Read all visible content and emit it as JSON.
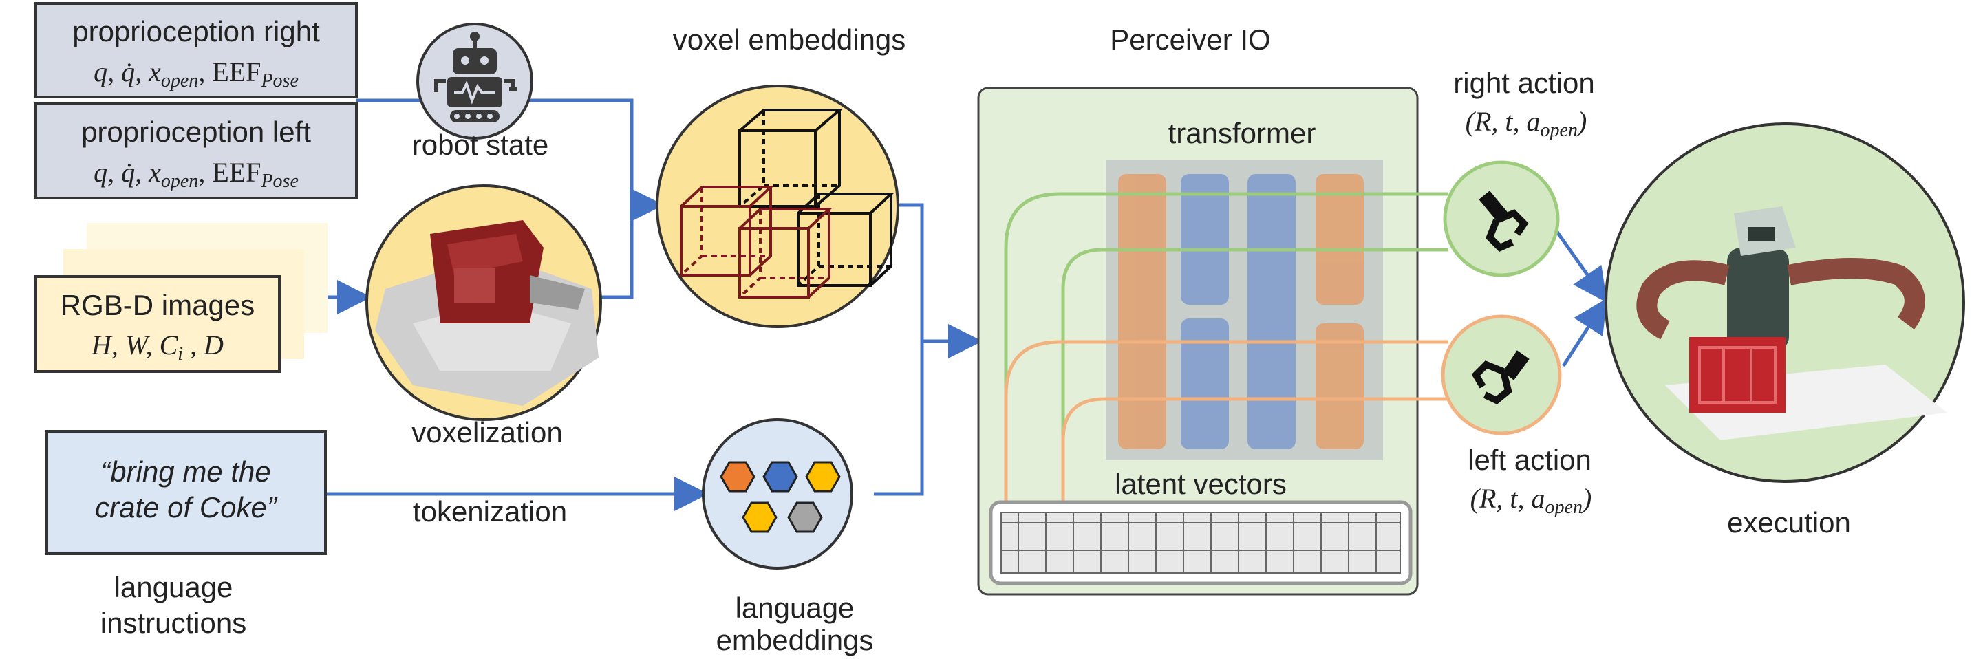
{
  "proprio_right": {
    "title": "proprioception right",
    "formula": "q, q̇, x",
    "sub_open": "open",
    "eef": ", EEF",
    "sub_pose": "Pose"
  },
  "proprio_left": {
    "title": "proprioception left",
    "formula": "q, q̇, x",
    "sub_open": "open",
    "eef": ", EEF",
    "sub_pose": "Pose"
  },
  "robot_state": {
    "label": "robot state"
  },
  "voxel_embeddings": {
    "label": "voxel embeddings"
  },
  "perceiver": {
    "title": "Perceiver IO",
    "transformer": "transformer",
    "latent": "latent vectors"
  },
  "rgbd": {
    "title": "RGB-D images",
    "dims": "H, W, C",
    "sub_i": "i",
    "dims_end": " , D"
  },
  "voxelization": {
    "label": "voxelization"
  },
  "language": {
    "instruction_line1": "“bring me the",
    "instruction_line2": "crate of Coke”",
    "caption_line1": "language",
    "caption_line2": "instructions",
    "tokenization": "tokenization",
    "embeddings_line1": "language",
    "embeddings_line2": "embeddings"
  },
  "right_action": {
    "label": "right action",
    "formula": "(R, t, a",
    "sub": "open",
    "close": ")"
  },
  "left_action": {
    "label": "left action",
    "formula": "(R, t, a",
    "sub": "open",
    "close": ")"
  },
  "execution": {
    "label": "execution"
  },
  "colors": {
    "arrow_blue": "#4472c4",
    "box_gray": "#d6dae4",
    "box_yellow": "#fff2cc",
    "box_blue": "#dae6f4",
    "circle_yellow": "#fbe39a",
    "circle_green": "#d5e8c4",
    "perceiver_bg": "#e4efda",
    "bar_orange": "#e3a06f",
    "bar_blue": "#7f9ccd",
    "line_green": "#9ccc7c",
    "line_orange": "#f2b27f"
  },
  "icons": {
    "robot": "robot-icon",
    "gripper": "gripper-icon",
    "hexagons": [
      "orange",
      "blue",
      "yellow",
      "yellow",
      "gray"
    ]
  }
}
